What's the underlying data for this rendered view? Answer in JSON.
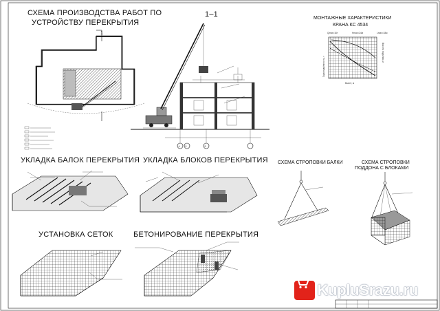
{
  "sheet": {
    "title_line1": "СХЕМА ПРОИЗВОДСТВА РАБОТ ПО",
    "title_line2": "УСТРОЙСТВУ ПЕРЕКРЫТИЯ",
    "section_mark": "1",
    "section_label": "1–1",
    "crane_title_line1": "МОНТАЖНЫЕ ХАРАКТЕРИСТИКИ",
    "crane_title_line2": "КРАНА КС 4534",
    "crane_params": [
      "Qmax=16т",
      "Hmax=24м",
      "Lmax=18м"
    ],
    "crane_ylabel_left": "Грузоподъёмность, т",
    "crane_ylabel_right": "Высота подъёма, м",
    "crane_xlabel": "Вылет, м",
    "axes": [
      "А",
      "Б",
      "В"
    ],
    "section_beams": "УКЛАДКА БАЛОК ПЕРЕКРЫТИЯ",
    "section_blocks": "УКЛАДКА БЛОКОВ ПЕРЕКРЫТИЯ",
    "section_mesh": "УСТАНОВКА СЕТОК",
    "section_concrete": "БЕТОНИРОВАНИЕ ПЕРЕКРЫТИЯ",
    "sling_beam_line1": "СХЕМА СТРОПОВКИ БАЛКИ",
    "sling_pallet_line1": "СХЕМА СТРОПОВКИ",
    "sling_pallet_line2": "ПОДДОНА С БЛОКАМИ",
    "watermark": "KupluSrazu.ru"
  }
}
